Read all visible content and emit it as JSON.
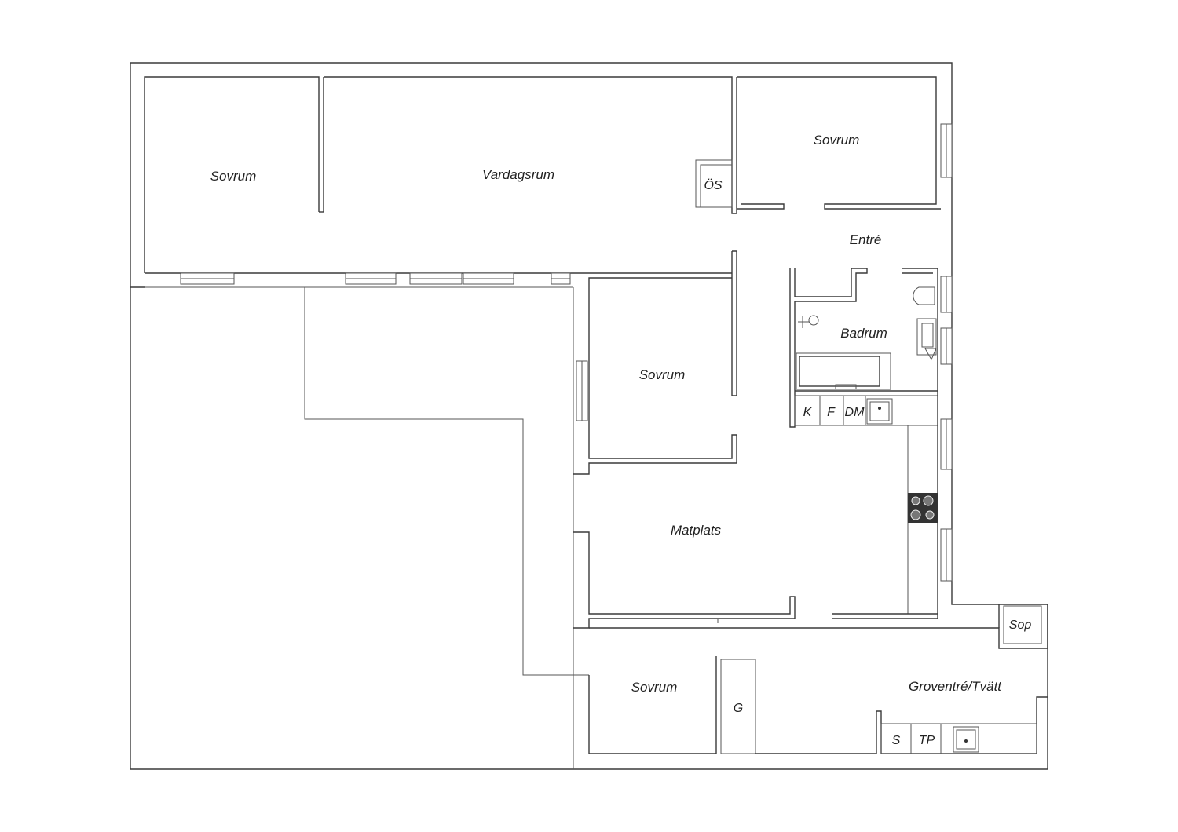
{
  "rooms": {
    "sovrum_top_left": "Sovrum",
    "vardagsrum": "Vardagsrum",
    "os": "ÖS",
    "sovrum_top_right": "Sovrum",
    "entre": "Entré",
    "badrum": "Badrum",
    "sovrum_middle": "Sovrum",
    "matplats": "Matplats",
    "sovrum_bottom": "Sovrum",
    "groventre_tvatt": "Groventré/Tvätt",
    "sop": "Sop",
    "g": "G"
  },
  "appliances": {
    "k": "K",
    "f": "F",
    "dm": "DM",
    "s": "S",
    "tp": "TP"
  },
  "colors": {
    "line": "#3a3a3a",
    "stove": "#333333",
    "background": "#ffffff"
  }
}
